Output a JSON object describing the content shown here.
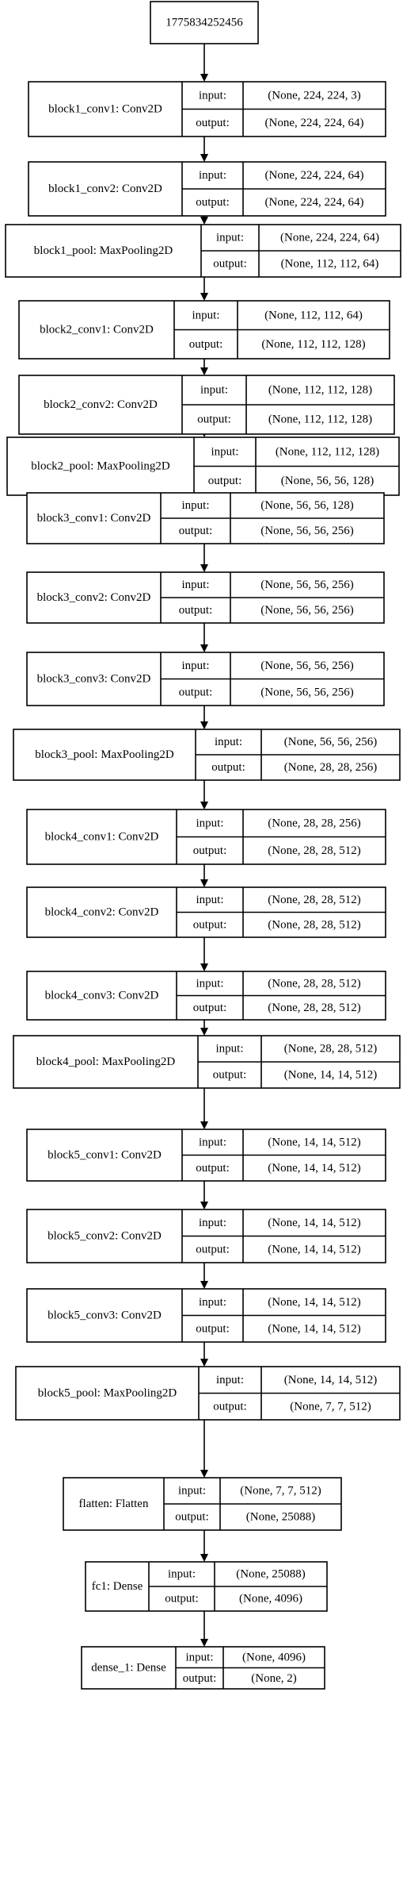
{
  "diagram": {
    "input_node": {
      "label": "1775834252456"
    },
    "input_label": "input:",
    "output_label": "output:",
    "layers": [
      {
        "name": "block1_conv1: Conv2D",
        "input": "(None, 224, 224, 3)",
        "output": "(None, 224, 224, 64)"
      },
      {
        "name": "block1_conv2: Conv2D",
        "input": "(None, 224, 224, 64)",
        "output": "(None, 224, 224, 64)"
      },
      {
        "name": "block1_pool: MaxPooling2D",
        "input": "(None, 224, 224, 64)",
        "output": "(None, 112, 112, 64)"
      },
      {
        "name": "block2_conv1: Conv2D",
        "input": "(None, 112, 112, 64)",
        "output": "(None, 112, 112, 128)"
      },
      {
        "name": "block2_conv2: Conv2D",
        "input": "(None, 112, 112, 128)",
        "output": "(None, 112, 112, 128)"
      },
      {
        "name": "block2_pool: MaxPooling2D",
        "input": "(None, 112, 112, 128)",
        "output": "(None, 56, 56, 128)"
      },
      {
        "name": "block3_conv1: Conv2D",
        "input": "(None, 56, 56, 128)",
        "output": "(None, 56, 56, 256)"
      },
      {
        "name": "block3_conv2: Conv2D",
        "input": "(None, 56, 56, 256)",
        "output": "(None, 56, 56, 256)"
      },
      {
        "name": "block3_conv3: Conv2D",
        "input": "(None, 56, 56, 256)",
        "output": "(None, 56, 56, 256)"
      },
      {
        "name": "block3_pool: MaxPooling2D",
        "input": "(None, 56, 56, 256)",
        "output": "(None, 28, 28, 256)"
      },
      {
        "name": "block4_conv1: Conv2D",
        "input": "(None, 28, 28, 256)",
        "output": "(None, 28, 28, 512)"
      },
      {
        "name": "block4_conv2: Conv2D",
        "input": "(None, 28, 28, 512)",
        "output": "(None, 28, 28, 512)"
      },
      {
        "name": "block4_conv3: Conv2D",
        "input": "(None, 28, 28, 512)",
        "output": "(None, 28, 28, 512)"
      },
      {
        "name": "block4_pool: MaxPooling2D",
        "input": "(None, 28, 28, 512)",
        "output": "(None, 14, 14, 512)"
      },
      {
        "name": "block5_conv1: Conv2D",
        "input": "(None, 14, 14, 512)",
        "output": "(None, 14, 14, 512)"
      },
      {
        "name": "block5_conv2: Conv2D",
        "input": "(None, 14, 14, 512)",
        "output": "(None, 14, 14, 512)"
      },
      {
        "name": "block5_conv3: Conv2D",
        "input": "(None, 14, 14, 512)",
        "output": "(None, 14, 14, 512)"
      },
      {
        "name": "block5_pool: MaxPooling2D",
        "input": "(None, 14, 14, 512)",
        "output": "(None, 7, 7, 512)"
      },
      {
        "name": "flatten: Flatten",
        "input": "(None, 7, 7, 512)",
        "output": "(None, 25088)"
      },
      {
        "name": "fc1: Dense",
        "input": "(None, 25088)",
        "output": "(None, 4096)"
      },
      {
        "name": "dense_1: Dense",
        "input": "(None, 4096)",
        "output": "(None, 2)"
      }
    ]
  }
}
